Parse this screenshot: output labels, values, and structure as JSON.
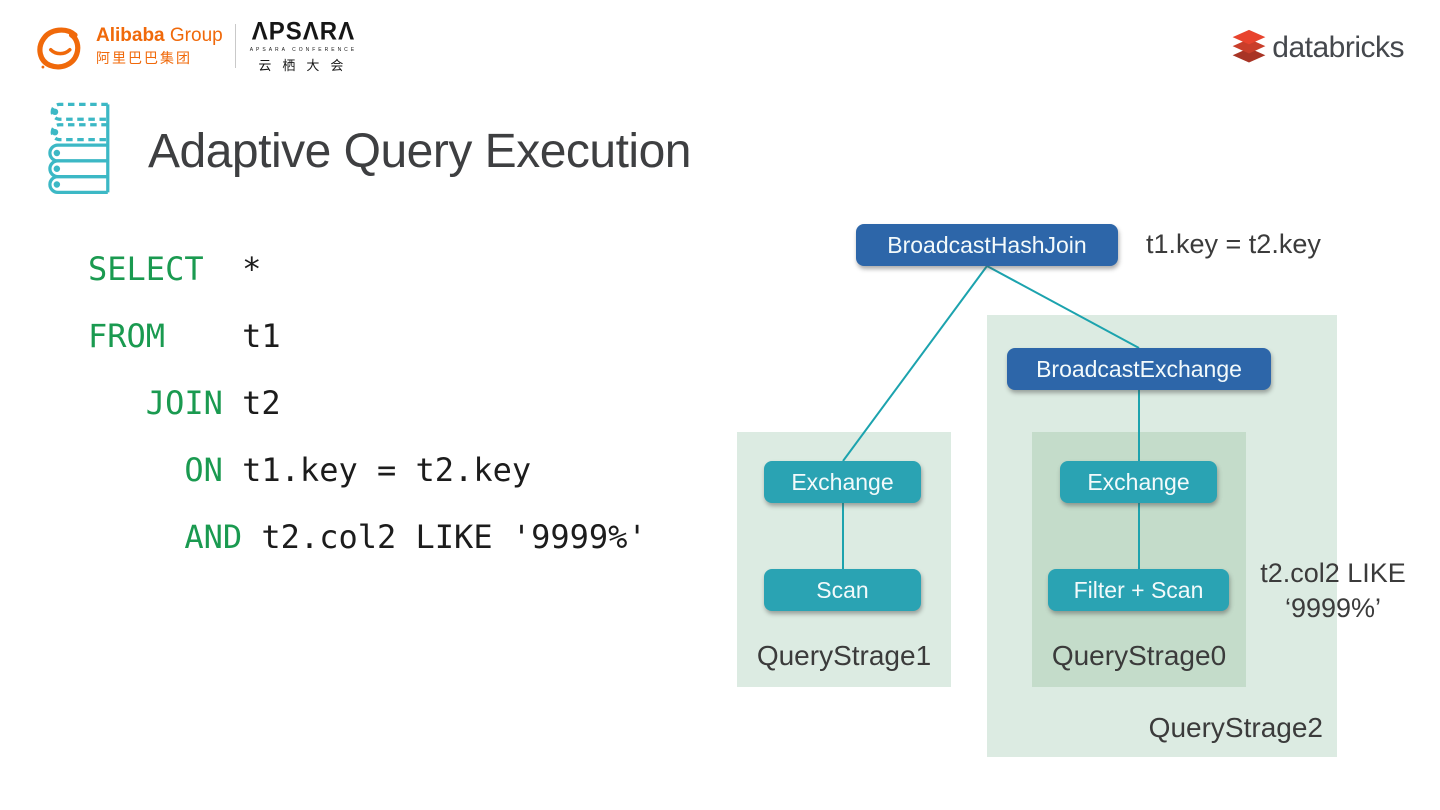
{
  "header": {
    "alibaba": {
      "name": "Alibaba",
      "group": " Group",
      "chinese": "阿里巴巴集团"
    },
    "apsara": {
      "wordmark": "ΛPSΛRΛ",
      "sub": "APSARA CONFERENCE",
      "chinese": "云栖大会"
    },
    "databricks": {
      "wordmark": "databricks"
    }
  },
  "title": "Adaptive Query Execution",
  "sql": {
    "lines": [
      {
        "indent": "",
        "keyword": "SELECT",
        "rest": "  *"
      },
      {
        "indent": "",
        "keyword": "FROM",
        "rest": "    t1"
      },
      {
        "indent": "   ",
        "keyword": "JOIN",
        "rest": " t2"
      },
      {
        "indent": "     ",
        "keyword": "ON",
        "rest": " t1.key = t2.key"
      },
      {
        "indent": "     ",
        "keyword": "AND",
        "rest": " t2.col2 LIKE '9999%'"
      }
    ]
  },
  "diagram": {
    "nodes": {
      "broadcast_hash_join": "BroadcastHashJoin",
      "broadcast_exchange": "BroadcastExchange",
      "exchange_left": "Exchange",
      "scan_left": "Scan",
      "exchange_right": "Exchange",
      "filter_scan": "Filter + Scan"
    },
    "panels": {
      "query_strage_1": "QueryStrage1",
      "query_strage_0": "QueryStrage0",
      "query_strage_2": "QueryStrage2"
    },
    "annotations": {
      "join_condition": "t1.key = t2.key",
      "filter_condition_line1": "t2.col2 LIKE",
      "filter_condition_line2": "‘9999%’"
    }
  },
  "colors": {
    "alibaba_orange": "#F0690A",
    "apsara_black": "#161616",
    "databricks_red": "#E8432D",
    "databricks_text": "#45484D",
    "title_gray": "#3E3F41",
    "icon_teal": "#3CB8C5",
    "sql_keyword_green": "#1A9A50",
    "sql_text": "#1C1C1C",
    "node_blue": "#2D66A9",
    "node_teal": "#2AA3B3",
    "panel_green_light": "#DCEBE2",
    "panel_green_mid": "#C4DCCA",
    "connector_teal": "#1CA3AE",
    "label_gray": "#3B3B3B"
  }
}
